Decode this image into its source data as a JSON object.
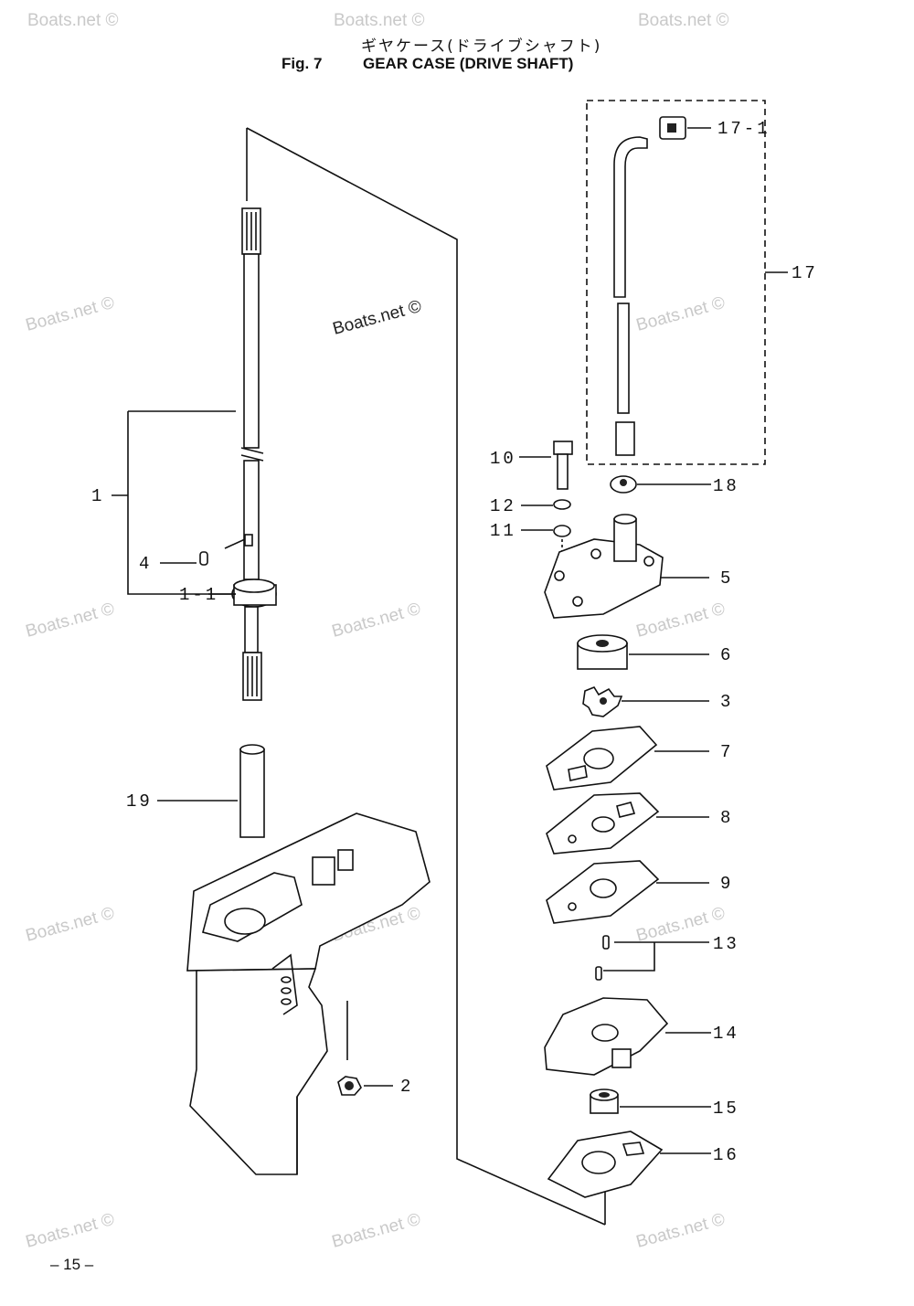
{
  "header": {
    "title_jp": "ギヤケース(ドライブシャフト)",
    "fig_label": "Fig. 7",
    "title_en": "GEAR CASE (DRIVE SHAFT)"
  },
  "watermark": {
    "text": "Boats.net ©"
  },
  "callouts": [
    {
      "id": "c1",
      "label": "1"
    },
    {
      "id": "c1-1",
      "label": "1-1"
    },
    {
      "id": "c4",
      "label": "4"
    },
    {
      "id": "c19",
      "label": "19"
    },
    {
      "id": "c2",
      "label": "2"
    },
    {
      "id": "c17-1",
      "label": "17-1"
    },
    {
      "id": "c17",
      "label": "17"
    },
    {
      "id": "c10",
      "label": "10"
    },
    {
      "id": "c18",
      "label": "18"
    },
    {
      "id": "c12",
      "label": "12"
    },
    {
      "id": "c11",
      "label": "11"
    },
    {
      "id": "c5",
      "label": "5"
    },
    {
      "id": "c6",
      "label": "6"
    },
    {
      "id": "c3",
      "label": "3"
    },
    {
      "id": "c7",
      "label": "7"
    },
    {
      "id": "c8",
      "label": "8"
    },
    {
      "id": "c9",
      "label": "9"
    },
    {
      "id": "c13",
      "label": "13"
    },
    {
      "id": "c14",
      "label": "14"
    },
    {
      "id": "c15",
      "label": "15"
    },
    {
      "id": "c16",
      "label": "16"
    }
  ],
  "footer": {
    "page_number": "– 15 –"
  }
}
